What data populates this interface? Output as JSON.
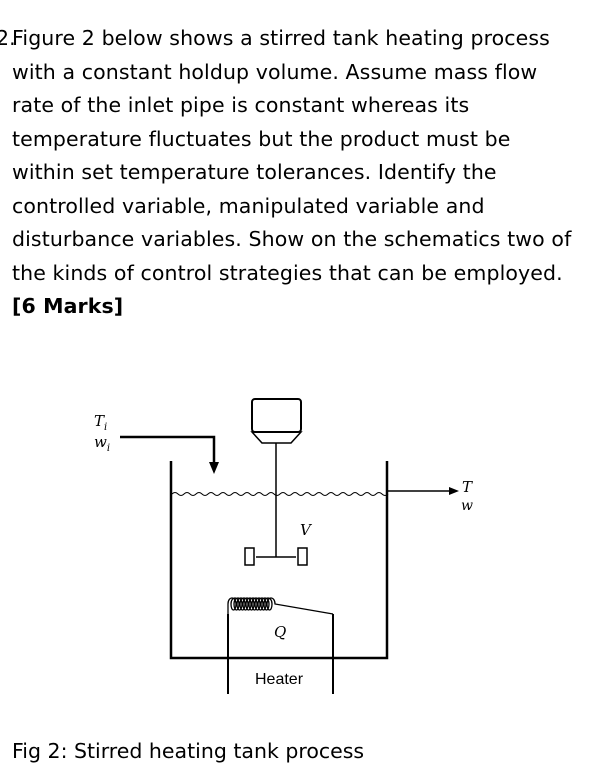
{
  "question": {
    "number": "2.",
    "text": "Figure 2 below shows a stirred tank heating process with a constant holdup volume. Assume mass flow rate of the inlet pipe is constant whereas its temperature fluctuates but the product must be within set temperature tolerances. Identify the controlled variable, manipulated variable and disturbance variables. Show on the schematics two of the kinds of control strategies that can be employed.",
    "marks": "[6 Marks]"
  },
  "figure": {
    "inlet_temp_label": "T",
    "inlet_temp_sub": "i",
    "inlet_flow_label": "w",
    "inlet_flow_sub": "i",
    "outlet_temp_label": "T",
    "outlet_flow_label": "w",
    "volume_label": "V",
    "heat_label": "Q",
    "heater_label": "Heater"
  },
  "caption": "Fig 2: Stirred heating tank process"
}
